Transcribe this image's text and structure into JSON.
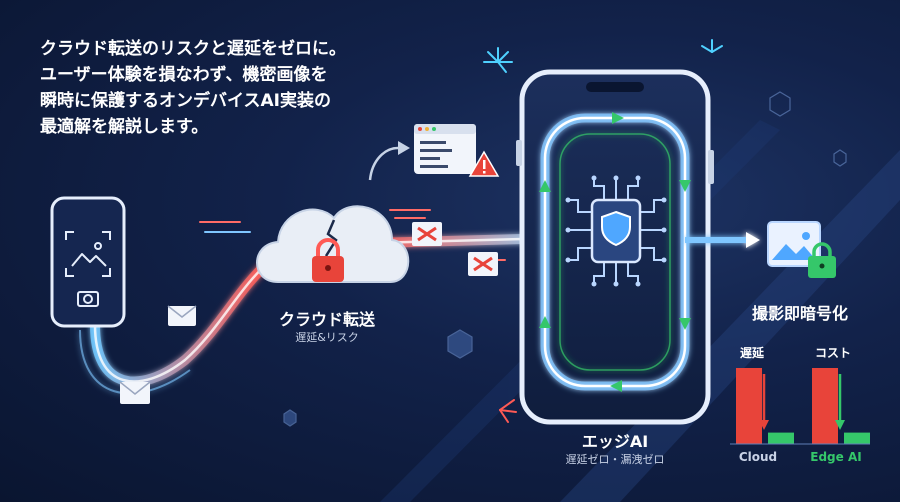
{
  "headline": {
    "line1": "クラウド転送のリスクと遅延をゼロに。",
    "line2": "ユーザー体験を損なわず、機密画像を",
    "line3": "瞬時に保護するオンデバイスAI実装の",
    "line4": "最適解を解説します。"
  },
  "cloud": {
    "title": "クラウド転送",
    "subtitle": "遅延&リスク"
  },
  "edge": {
    "title": "エッジAI",
    "subtitle": "遅延ゼロ・漏洩ゼロ"
  },
  "encrypt": {
    "title": "撮影即暗号化"
  },
  "colors": {
    "risk": "#e8443a",
    "safe": "#35c76a",
    "glow": "#7fc6ff",
    "accent_cyan": "#4fd1ff"
  },
  "icons": [
    "image-frame-icon",
    "camera-icon",
    "envelope-icon",
    "cloud-icon",
    "padlock-icon",
    "browser-alert-icon",
    "warning-icon",
    "close-icon",
    "shield-chip-icon",
    "image-lock-icon"
  ],
  "chart_data": {
    "type": "bar",
    "categories": [
      "Cloud",
      "Edge AI"
    ],
    "series": [
      {
        "name": "遅延",
        "values": [
          1.0,
          0.15
        ]
      },
      {
        "name": "コスト",
        "values": [
          1.0,
          0.15
        ]
      }
    ],
    "title": "",
    "colors": {
      "Cloud": "#e8443a",
      "Edge AI": "#35c76a"
    }
  }
}
